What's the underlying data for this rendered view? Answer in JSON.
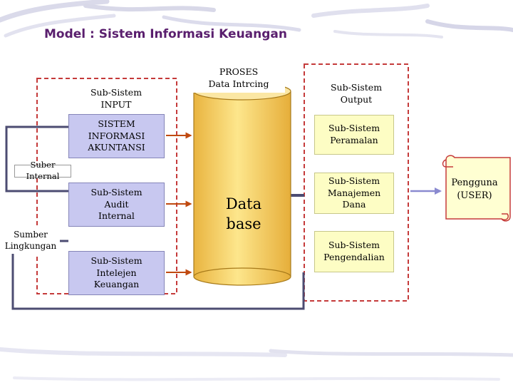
{
  "title": "Model : Sistem Informasi Keuangan",
  "proses_label": "PROSES\nData Intrcing",
  "input_group": {
    "sub_input": "Sub-Sistem\nINPUT",
    "sia": "SISTEM\nINFORMASI\nAKUNTANSI",
    "audit": "Sub-Sistem\nAudit\nInternal",
    "intelejen": "Sub-Sistem\nIntelejen\nKeuangan"
  },
  "side_labels": {
    "suber_internal": "Suber Internal",
    "sumber_lingkungan": "Sumber\nLingkungan"
  },
  "database": "Data\nbase",
  "output_group": {
    "output": "Sub-Sistem\nOutput",
    "peramalan": "Sub-Sistem\nPeramalan",
    "manajemen_dana": "Sub-Sistem\nManajemen\nDana",
    "pengendalian": "Sub-Sistem\nPengendalian"
  },
  "user": "Pengguna\n(USER)",
  "colors": {
    "title": "#5a1f6e",
    "subsystem_input_fill": "#c8c8f0",
    "subsystem_output_fill": "#fdfdc4",
    "database_fill": "#f7cf6a",
    "scroll_fill": "#ffffd2",
    "group_border": "#c53a3a",
    "connector": "#4c4c72",
    "arrow_red": "#c04a10",
    "arrow_user": "#8a8ad0"
  }
}
